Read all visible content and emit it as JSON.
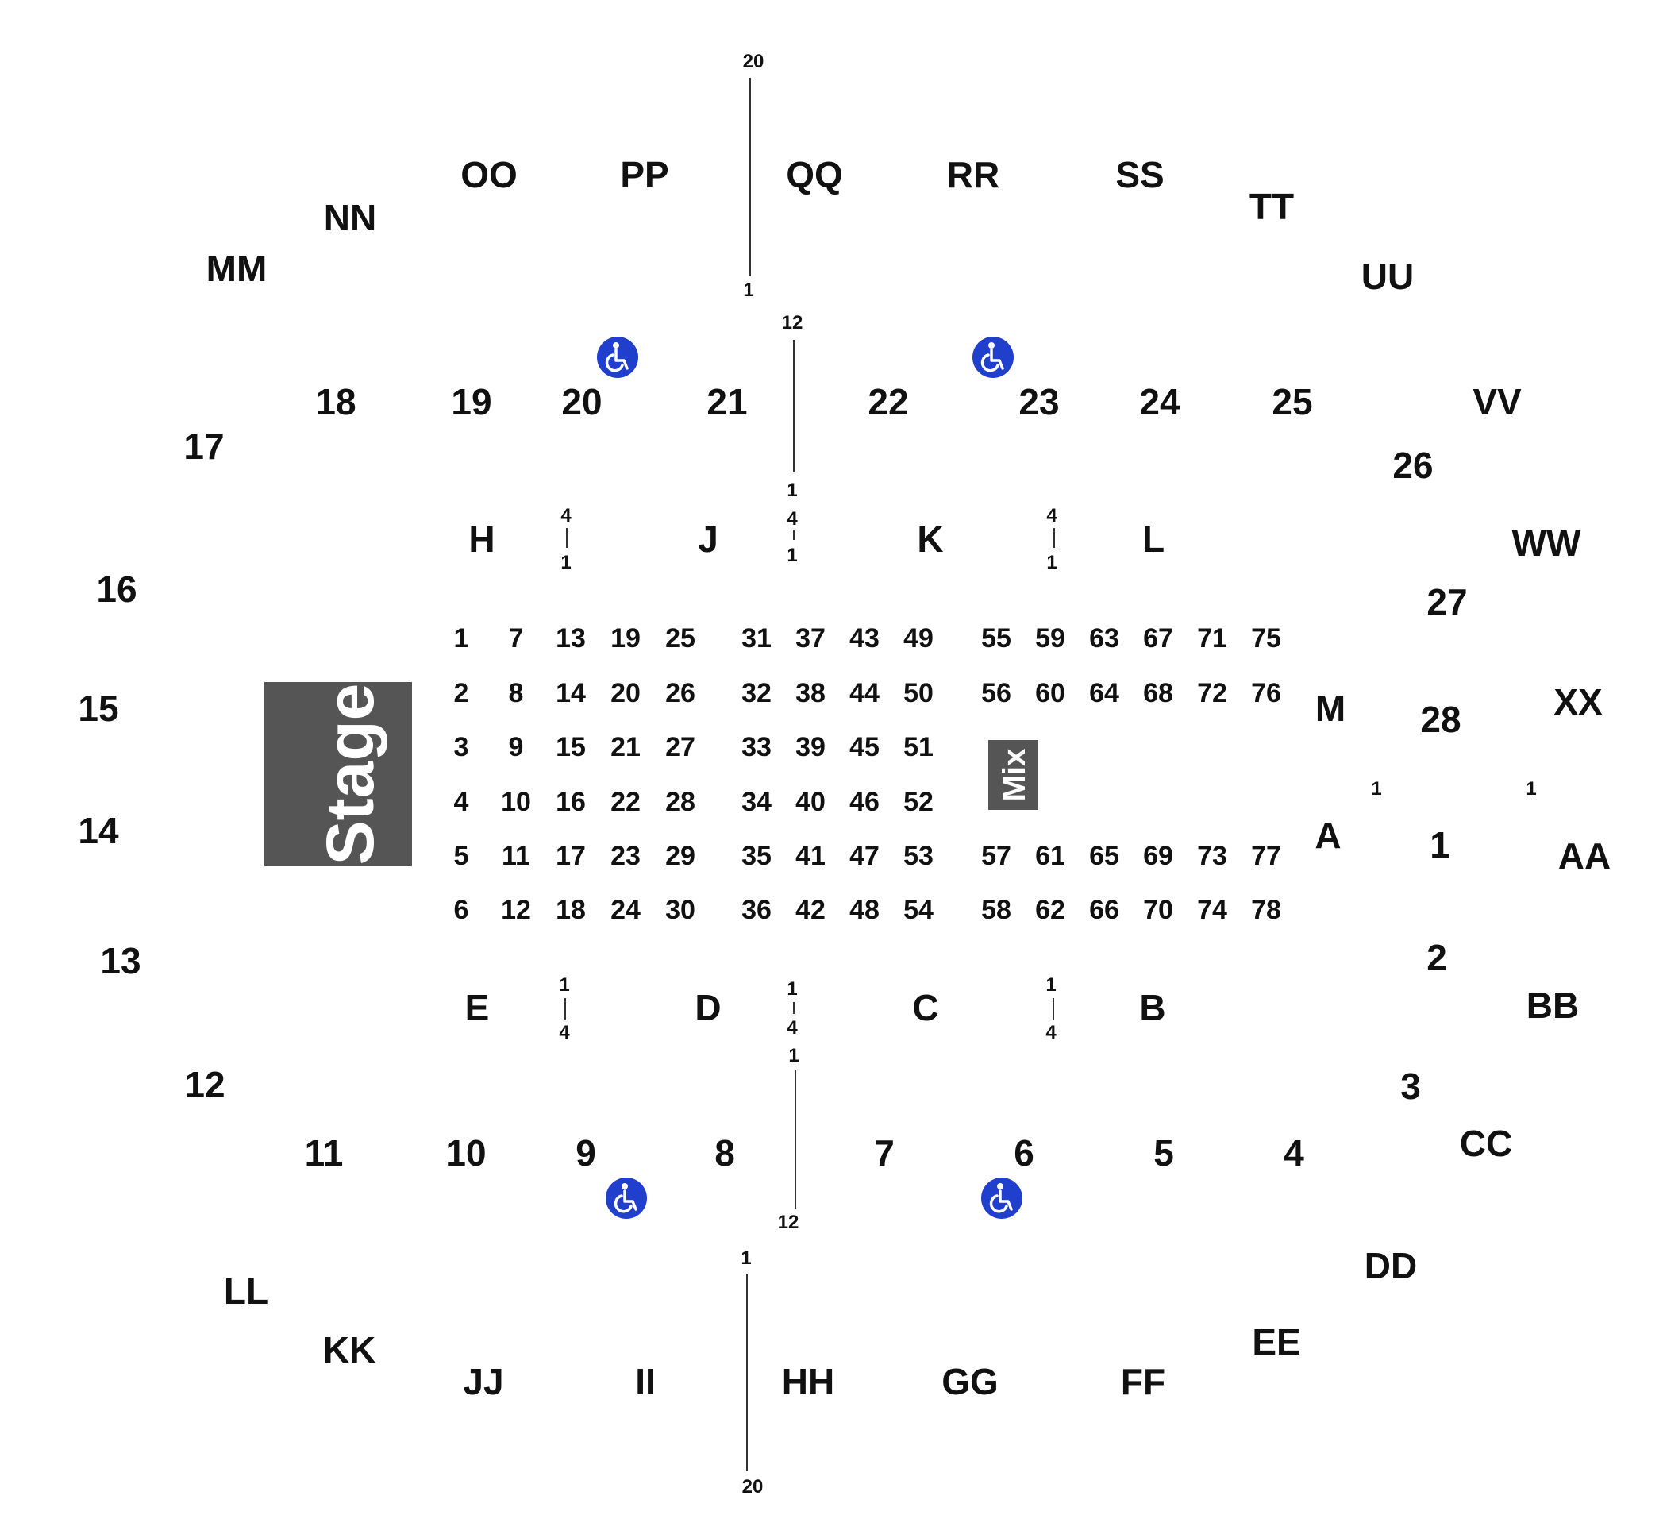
{
  "stage": {
    "label": "Stage"
  },
  "mix": {
    "label": "Mix"
  },
  "colors": {
    "background": "#ffffff",
    "text": "#111111",
    "stage_fill": "#555555",
    "mix_fill": "#555555",
    "accessibility_fill": "#1f3fcc",
    "accessibility_icon": "wheelchair-icon"
  },
  "outer_sections": [
    "OO",
    "PP",
    "QQ",
    "RR",
    "SS",
    "TT",
    "UU",
    "VV",
    "WW",
    "XX",
    "AA",
    "BB",
    "CC",
    "DD",
    "EE",
    "FF",
    "GG",
    "HH",
    "II",
    "JJ",
    "KK",
    "LL",
    "MM",
    "NN"
  ],
  "mid_sections": [
    "1",
    "2",
    "3",
    "4",
    "5",
    "6",
    "7",
    "8",
    "9",
    "10",
    "11",
    "12",
    "13",
    "14",
    "15",
    "16",
    "17",
    "18",
    "19",
    "20",
    "21",
    "22",
    "23",
    "24",
    "25",
    "26",
    "27",
    "28"
  ],
  "inner_sections": [
    "H",
    "J",
    "K",
    "L",
    "E",
    "D",
    "C",
    "B",
    "M",
    "A"
  ],
  "floor_tables": [
    "1",
    "2",
    "3",
    "4",
    "5",
    "6",
    "7",
    "8",
    "9",
    "10",
    "11",
    "12",
    "13",
    "14",
    "15",
    "16",
    "17",
    "18",
    "19",
    "20",
    "21",
    "22",
    "23",
    "24",
    "25",
    "26",
    "27",
    "28",
    "29",
    "30",
    "31",
    "32",
    "33",
    "34",
    "35",
    "36",
    "37",
    "38",
    "39",
    "40",
    "41",
    "42",
    "43",
    "44",
    "45",
    "46",
    "47",
    "48",
    "49",
    "50",
    "51",
    "52",
    "53",
    "54",
    "55",
    "56",
    "57",
    "58",
    "59",
    "60",
    "61",
    "62",
    "63",
    "64",
    "65",
    "66",
    "67",
    "68",
    "69",
    "70",
    "71",
    "72",
    "73",
    "74",
    "75",
    "76",
    "77",
    "78"
  ],
  "row_markers": [
    "20",
    "1",
    "12",
    "1",
    "4",
    "1",
    "4",
    "1",
    "4",
    "1",
    "1",
    "4",
    "1",
    "4",
    "1",
    "4",
    "1",
    "12",
    "1",
    "20",
    "1",
    "1"
  ]
}
